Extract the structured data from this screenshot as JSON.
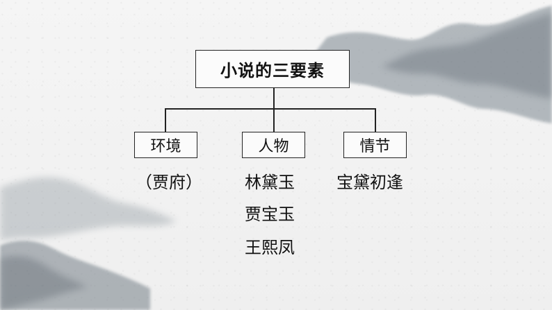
{
  "diagram": {
    "root": "小说的三要素",
    "categories": [
      {
        "label": "环境",
        "items": [
          "（贾府）"
        ]
      },
      {
        "label": "人物",
        "items": [
          "林黛玉",
          "贾宝玉",
          "王熙凤"
        ]
      },
      {
        "label": "情节",
        "items": [
          "宝黛初逢"
        ]
      }
    ]
  },
  "background": {
    "paper_color": "#f2f2f2",
    "ink_color": "#6f7a80"
  }
}
